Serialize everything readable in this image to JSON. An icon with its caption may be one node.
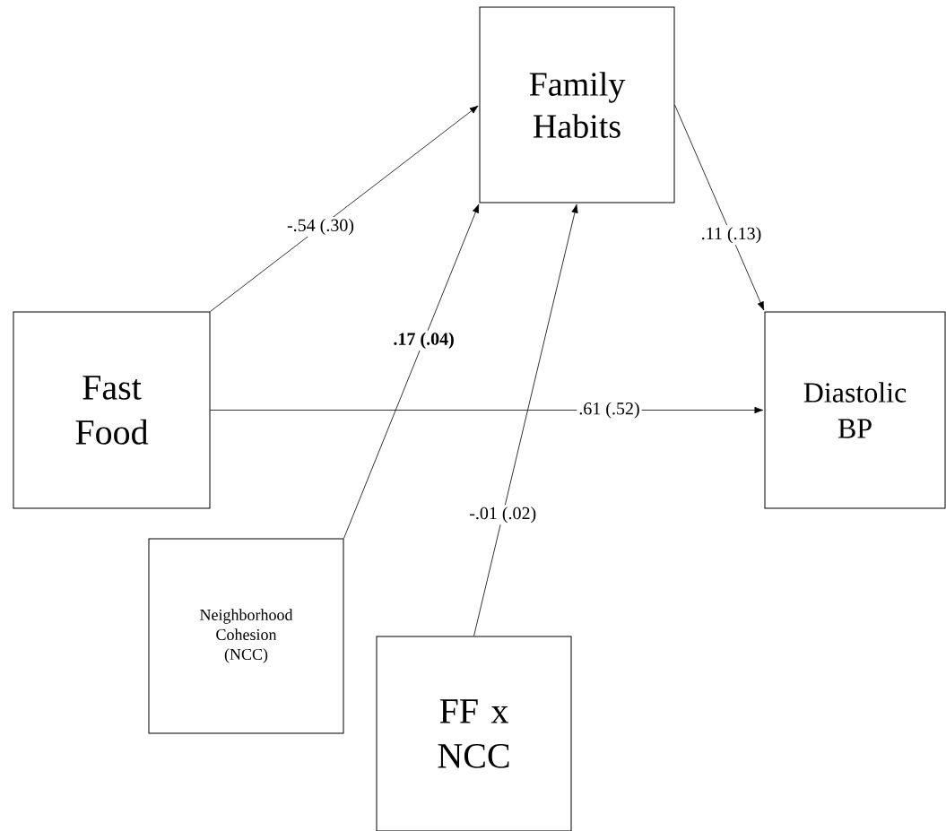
{
  "diagram": {
    "nodes": [
      {
        "text": [
          "Family Habits"
        ]
      },
      {
        "text": [
          "Fast Food"
        ]
      },
      {
        "text": [
          "Diastolic BP"
        ]
      },
      {
        "text": [
          "Neighborhood Cohesion (NCC)"
        ]
      },
      {
        "text": [
          "FF x NCC"
        ]
      }
    ],
    "edges": [
      {
        "from": 1,
        "to": 0,
        "arrow": "to",
        "label": "-.54 (.30)"
      },
      {
        "from": 3,
        "to": 0,
        "arrow": "to",
        "label": ".17 (.04)"
      },
      {
        "from": 4,
        "to": 0,
        "arrow": "to",
        "label": "-.01 (.02)"
      },
      {
        "from": 0,
        "to": 2,
        "arrow": "to",
        "label": ".11 (.13)"
      },
      {
        "from": 1,
        "to": 2,
        "arrow": "to",
        "label": ".61 (.52)"
      }
    ]
  }
}
